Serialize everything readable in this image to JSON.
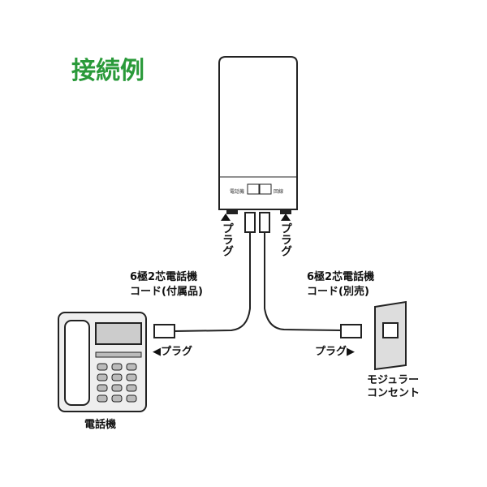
{
  "title": "接続例",
  "device": {
    "port_phone": "電話機",
    "port_line": "回線"
  },
  "plug_label": "プラグ",
  "plug_left_vertical": "プラグ",
  "plug_right_vertical": "プラグ",
  "cord_left": {
    "line1": "6極2芯電話機",
    "line2": "コード(付属品)"
  },
  "cord_right": {
    "line1": "6極2芯電話機",
    "line2": "コード(別売)"
  },
  "plug_phone": "◀プラグ",
  "plug_wall": "プラグ▶",
  "phone_label": "電話機",
  "outlet": {
    "line1": "モジュラー",
    "line2": "コンセント"
  }
}
